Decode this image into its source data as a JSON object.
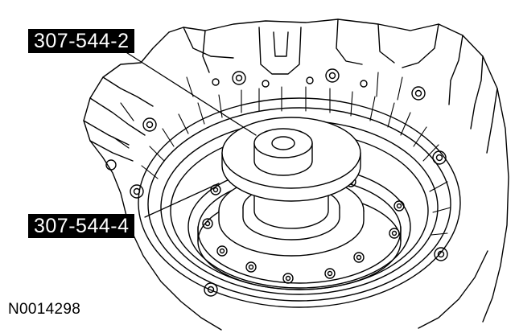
{
  "callouts": [
    {
      "label": "307-544-2"
    },
    {
      "label": "307-544-4"
    }
  ],
  "figure_id": "N0014298",
  "colors": {
    "ink": "#000000",
    "paper": "#ffffff",
    "callout_bg": "#000000",
    "callout_text": "#ffffff"
  }
}
